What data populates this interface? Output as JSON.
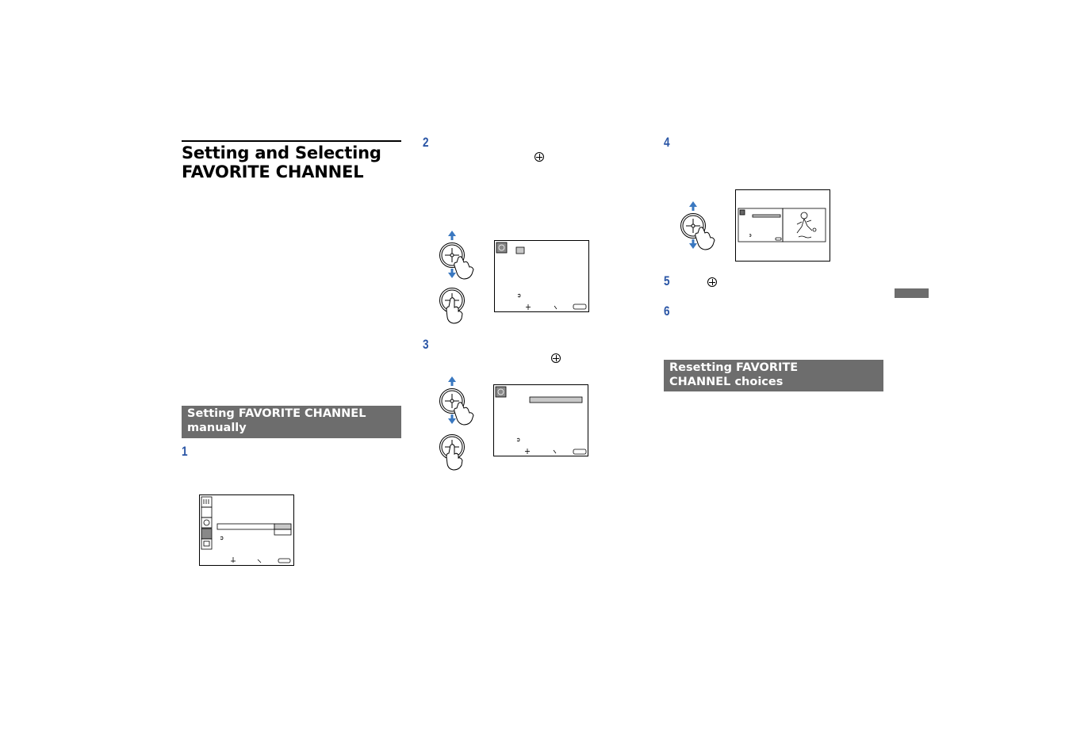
{
  "page": {
    "title_line1": "Setting and Selecting",
    "title_line2": "FAVORITE CHANNEL"
  },
  "sections": {
    "manual_line1": "Setting FAVORITE CHANNEL",
    "manual_line2": "manually",
    "reset_line1": "Resetting FAVORITE",
    "reset_line2": "CHANNEL choices"
  },
  "steps": {
    "s1": "1",
    "s2": "2",
    "s3": "3",
    "s4": "4",
    "s5": "5",
    "s6": "6"
  },
  "icons": {
    "enter": "enter-button-icon",
    "joystick": "joystick-hand-icon",
    "move_up": "arrow-up-icon",
    "move_down": "arrow-down-icon"
  },
  "colors": {
    "step_number": "#2b56a6",
    "section_bar": "#6d6d6d",
    "arrow": "#3a78c0",
    "highlight_fill": "#c8c8c8"
  }
}
